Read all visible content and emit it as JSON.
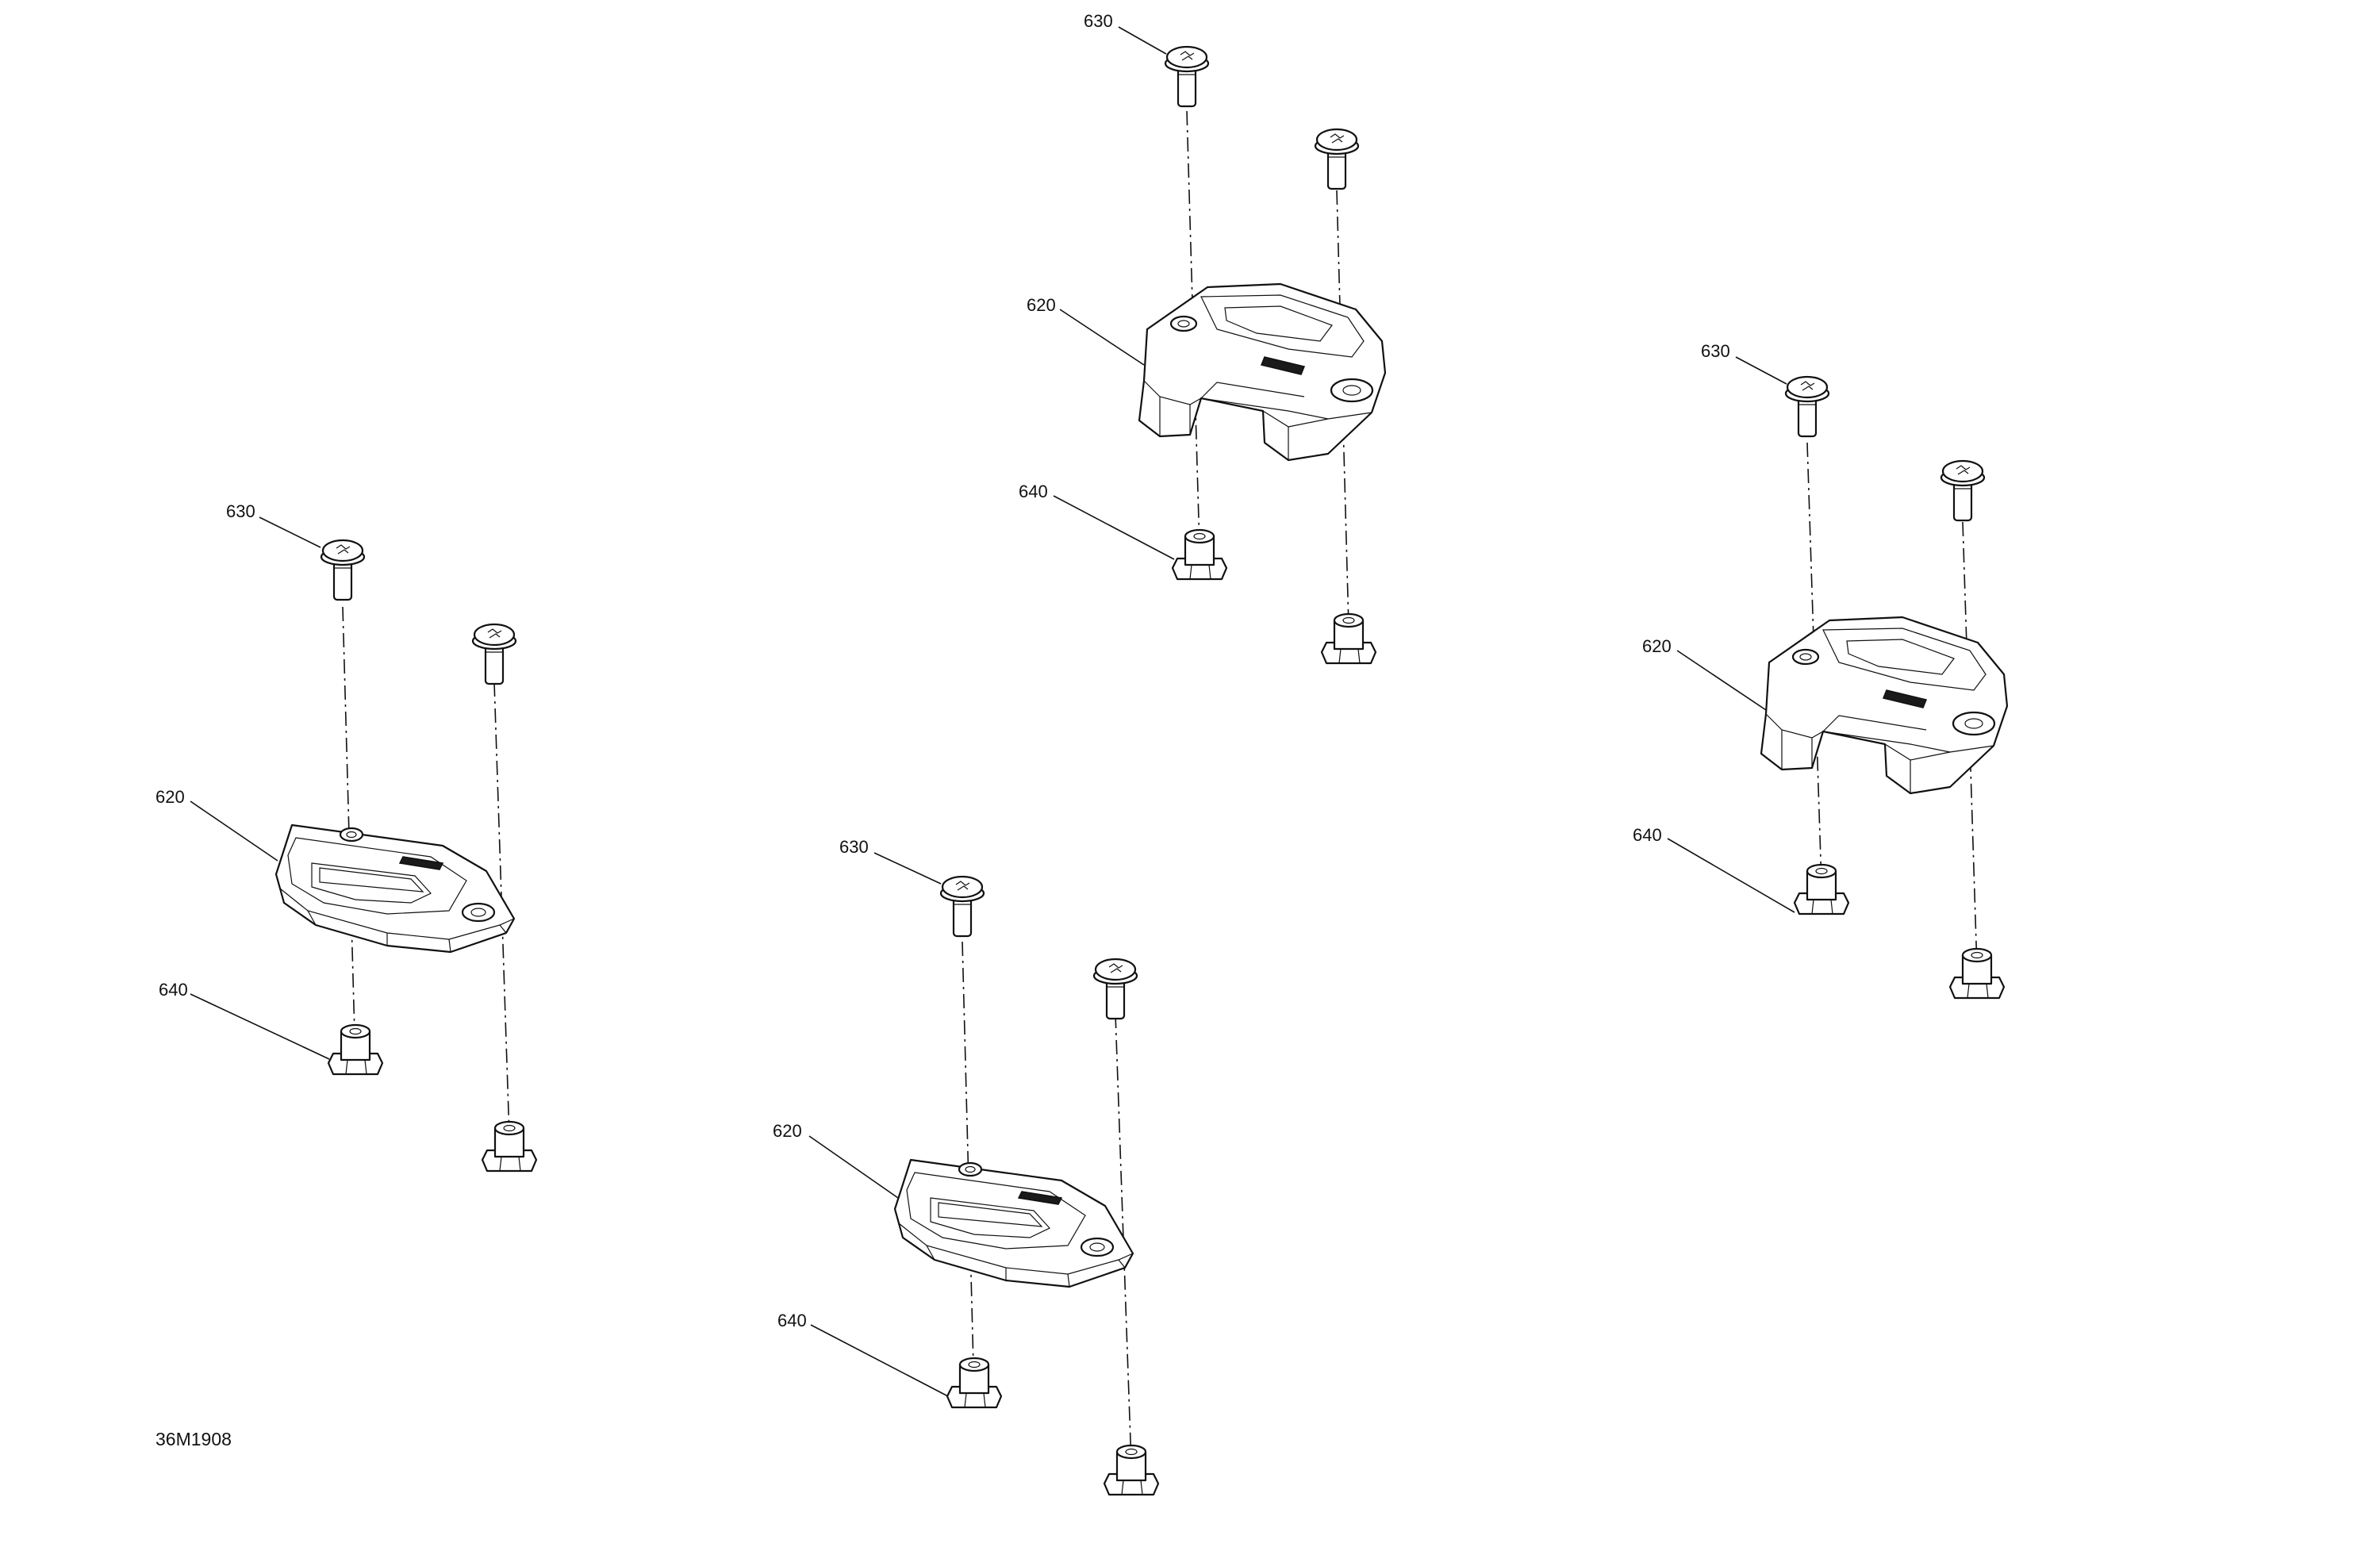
{
  "diagram": {
    "reference_code": "36M1908",
    "callouts": {
      "bracket": "620",
      "screw": "630",
      "insert": "640"
    },
    "groups": [
      {
        "name": "group-bottom-left"
      },
      {
        "name": "group-bottom-center"
      },
      {
        "name": "group-top-center"
      },
      {
        "name": "group-right"
      }
    ]
  }
}
